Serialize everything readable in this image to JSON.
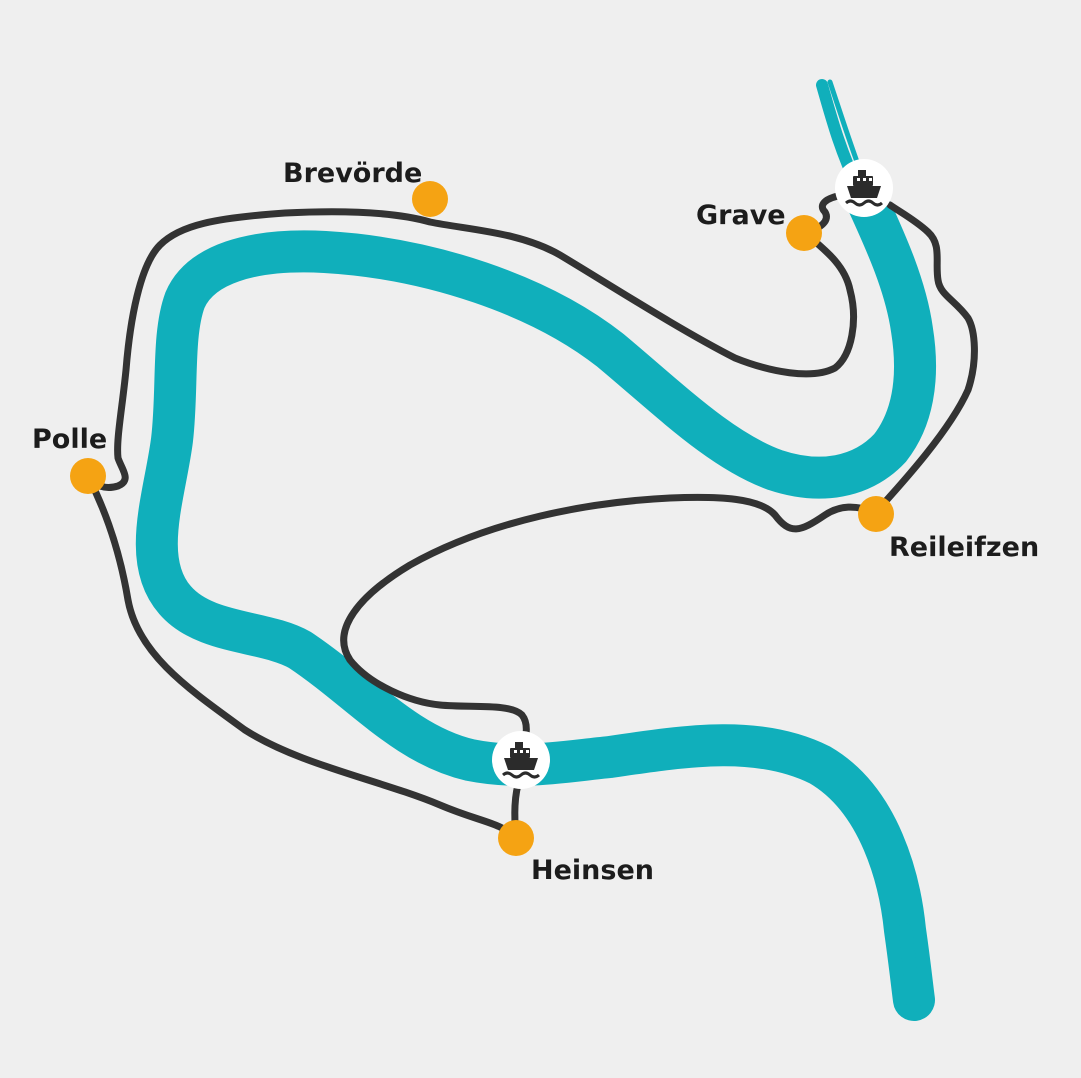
{
  "map": {
    "colors": {
      "background": "#efefef",
      "river": "#10afbb",
      "route": "#333333",
      "place_marker": "#f5a313",
      "ferry_badge": "#ffffff",
      "ferry_icon": "#2b2b2b"
    },
    "places": [
      {
        "id": "brevorde",
        "name": "Brevörde"
      },
      {
        "id": "grave",
        "name": "Grave"
      },
      {
        "id": "polle",
        "name": "Polle"
      },
      {
        "id": "reileifzen",
        "name": "Reileifzen"
      },
      {
        "id": "heinsen",
        "name": "Heinsen"
      }
    ],
    "ferries": [
      {
        "id": "ferry-north",
        "icon": "ferry-icon"
      },
      {
        "id": "ferry-south",
        "icon": "ferry-icon"
      }
    ]
  }
}
